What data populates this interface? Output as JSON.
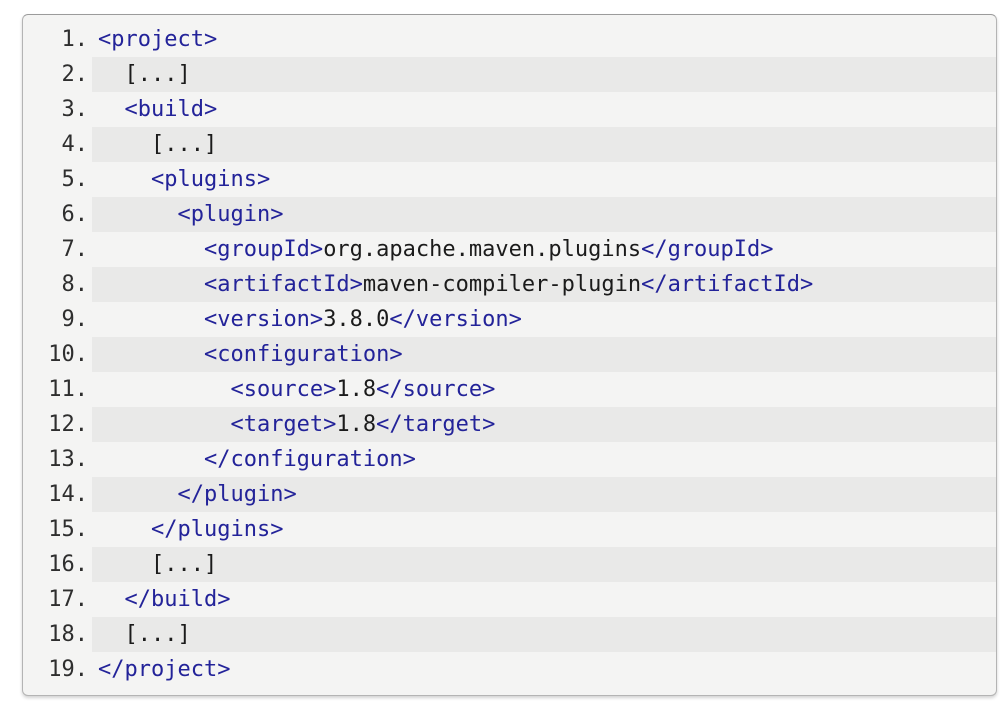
{
  "colors": {
    "page_background": "#ffffff",
    "box_background": "#f4f4f3",
    "stripe_background": "#e9e9e8",
    "box_border": "#b4b4b4",
    "tag_color": "#232399",
    "text_color": "#1b1b1b",
    "line_number_color": "#2e2e2e"
  },
  "code_block": {
    "language": "xml",
    "lines": [
      {
        "number": "1.",
        "indent": 0,
        "segments": [
          {
            "type": "tag",
            "text": "<project>"
          }
        ]
      },
      {
        "number": "2.",
        "indent": 2,
        "segments": [
          {
            "type": "text",
            "text": "[...]"
          }
        ]
      },
      {
        "number": "3.",
        "indent": 2,
        "segments": [
          {
            "type": "tag",
            "text": "<build>"
          }
        ]
      },
      {
        "number": "4.",
        "indent": 4,
        "segments": [
          {
            "type": "text",
            "text": "[...]"
          }
        ]
      },
      {
        "number": "5.",
        "indent": 4,
        "segments": [
          {
            "type": "tag",
            "text": "<plugins>"
          }
        ]
      },
      {
        "number": "6.",
        "indent": 6,
        "segments": [
          {
            "type": "tag",
            "text": "<plugin>"
          }
        ]
      },
      {
        "number": "7.",
        "indent": 8,
        "segments": [
          {
            "type": "tag",
            "text": "<groupId>"
          },
          {
            "type": "text",
            "text": "org.apache.maven.plugins"
          },
          {
            "type": "tag",
            "text": "</groupId>"
          }
        ]
      },
      {
        "number": "8.",
        "indent": 8,
        "segments": [
          {
            "type": "tag",
            "text": "<artifactId>"
          },
          {
            "type": "text",
            "text": "maven-compiler-plugin"
          },
          {
            "type": "tag",
            "text": "</artifactId>"
          }
        ]
      },
      {
        "number": "9.",
        "indent": 8,
        "segments": [
          {
            "type": "tag",
            "text": "<version>"
          },
          {
            "type": "text",
            "text": "3.8.0"
          },
          {
            "type": "tag",
            "text": "</version>"
          }
        ]
      },
      {
        "number": "10.",
        "indent": 8,
        "segments": [
          {
            "type": "tag",
            "text": "<configuration>"
          }
        ]
      },
      {
        "number": "11.",
        "indent": 10,
        "segments": [
          {
            "type": "tag",
            "text": "<source>"
          },
          {
            "type": "text",
            "text": "1.8"
          },
          {
            "type": "tag",
            "text": "</source>"
          }
        ]
      },
      {
        "number": "12.",
        "indent": 10,
        "segments": [
          {
            "type": "tag",
            "text": "<target>"
          },
          {
            "type": "text",
            "text": "1.8"
          },
          {
            "type": "tag",
            "text": "</target>"
          }
        ]
      },
      {
        "number": "13.",
        "indent": 8,
        "segments": [
          {
            "type": "tag",
            "text": "</configuration>"
          }
        ]
      },
      {
        "number": "14.",
        "indent": 6,
        "segments": [
          {
            "type": "tag",
            "text": "</plugin>"
          }
        ]
      },
      {
        "number": "15.",
        "indent": 4,
        "segments": [
          {
            "type": "tag",
            "text": "</plugins>"
          }
        ]
      },
      {
        "number": "16.",
        "indent": 4,
        "segments": [
          {
            "type": "text",
            "text": "[...]"
          }
        ]
      },
      {
        "number": "17.",
        "indent": 2,
        "segments": [
          {
            "type": "tag",
            "text": "</build>"
          }
        ]
      },
      {
        "number": "18.",
        "indent": 2,
        "segments": [
          {
            "type": "text",
            "text": "[...]"
          }
        ]
      },
      {
        "number": "19.",
        "indent": 0,
        "segments": [
          {
            "type": "tag",
            "text": "</project>"
          }
        ]
      }
    ]
  }
}
